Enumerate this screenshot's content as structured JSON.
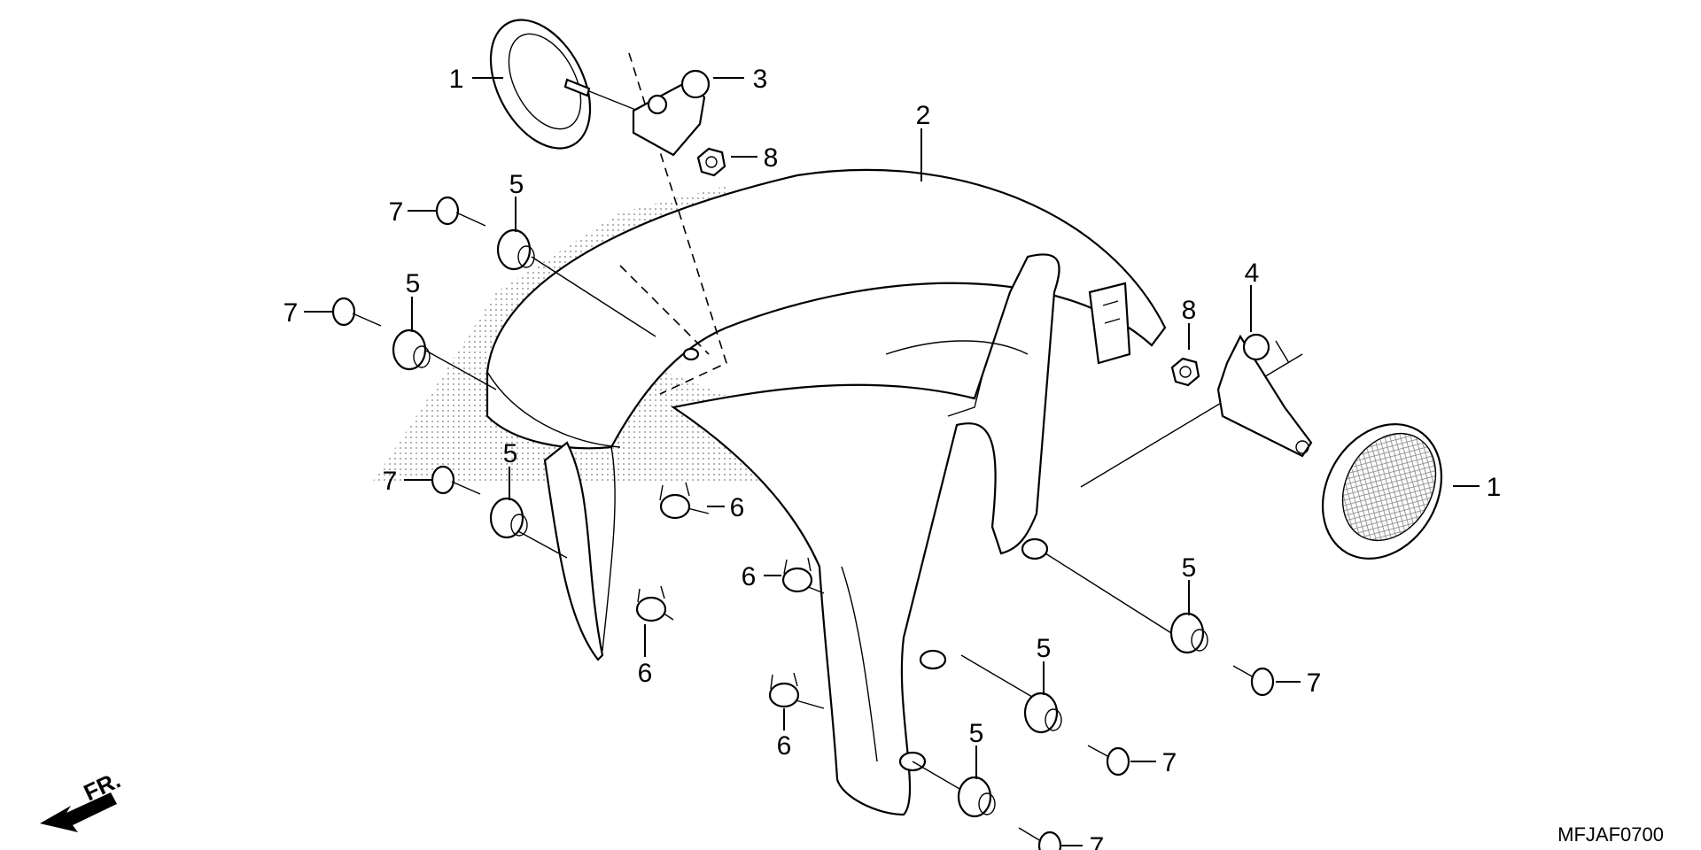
{
  "diagram_code": "MFJAF0700",
  "front_label": "FR.",
  "parts": [
    {
      "id": "p1-left",
      "num": "1"
    },
    {
      "id": "p1-right",
      "num": "1"
    },
    {
      "id": "p2",
      "num": "2"
    },
    {
      "id": "p3",
      "num": "3"
    },
    {
      "id": "p4",
      "num": "4"
    },
    {
      "id": "p5-a",
      "num": "5"
    },
    {
      "id": "p5-b",
      "num": "5"
    },
    {
      "id": "p5-c",
      "num": "5"
    },
    {
      "id": "p5-d",
      "num": "5"
    },
    {
      "id": "p5-e",
      "num": "5"
    },
    {
      "id": "p5-f",
      "num": "5"
    },
    {
      "id": "p6-a",
      "num": "6"
    },
    {
      "id": "p6-b",
      "num": "6"
    },
    {
      "id": "p6-c",
      "num": "6"
    },
    {
      "id": "p6-d",
      "num": "6"
    },
    {
      "id": "p7-a",
      "num": "7"
    },
    {
      "id": "p7-b",
      "num": "7"
    },
    {
      "id": "p7-c",
      "num": "7"
    },
    {
      "id": "p7-d",
      "num": "7"
    },
    {
      "id": "p7-e",
      "num": "7"
    },
    {
      "id": "p7-f",
      "num": "7"
    },
    {
      "id": "p8-a",
      "num": "8"
    },
    {
      "id": "p8-b",
      "num": "8"
    }
  ]
}
